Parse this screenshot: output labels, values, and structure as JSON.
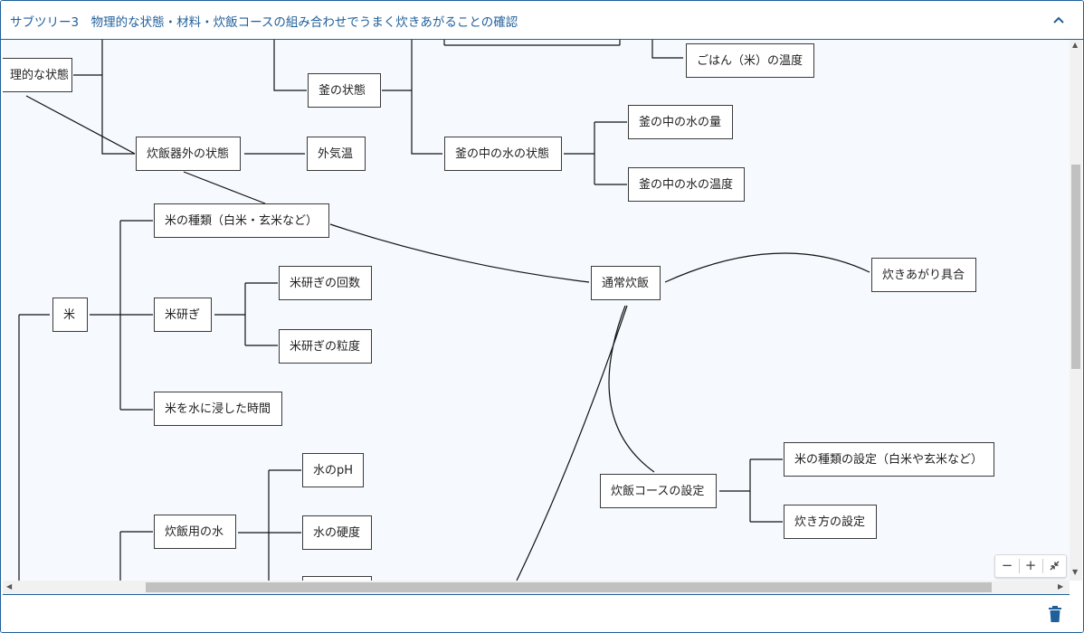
{
  "header": {
    "title": "サブツリー3　物理的な状態・材料・炊飯コースの組み合わせでうまく炊きあがることの確認"
  },
  "nodes": {
    "physical_state": "理的な状態",
    "kama_state": "釜の状態",
    "rice_temp": "ごはん（米）の温度",
    "outside_state": "炊飯器外の状態",
    "outside_temp": "外気温",
    "water_state": "釜の中の水の状態",
    "water_amount": "釜の中の水の量",
    "water_temp": "釜の中の水の温度",
    "rice_type": "米の種類（白米・玄米など）",
    "normal_cook": "通常炊飯",
    "result": "炊きあがり具合",
    "rice": "米",
    "washing": "米研ぎ",
    "wash_count": "米研ぎの回数",
    "wash_grain": "米研ぎの粒度",
    "soak_time": "米を水に浸した時間",
    "cook_water": "炊飯用の水",
    "ph": "水のpH",
    "hardness": "水の硬度",
    "course": "炊飯コースの設定",
    "type_setting": "米の種類の設定（白米や玄米など）",
    "method_setting": "炊き方の設定"
  },
  "zoom": {
    "minus": "−",
    "plus": "+"
  },
  "colors": {
    "accent": "#1f5f9a",
    "canvas_bg": "#f6fafe",
    "node_border": "#3a3a3a"
  }
}
